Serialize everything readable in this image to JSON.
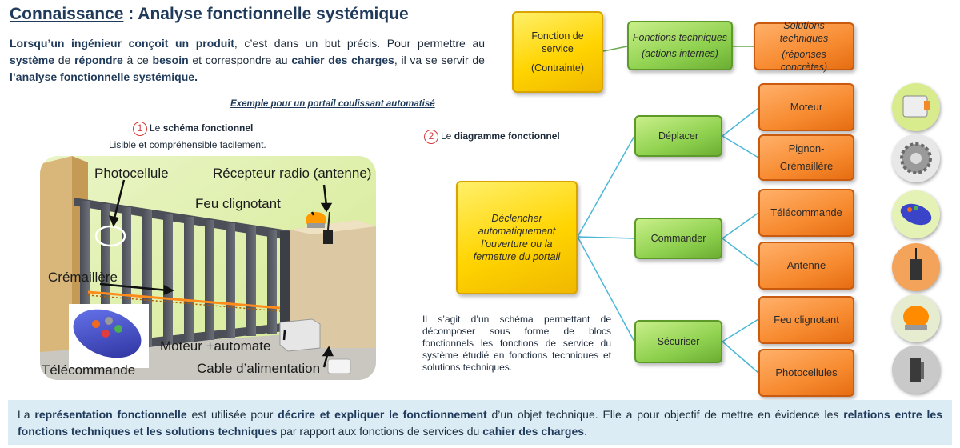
{
  "header": {
    "title_prefix": "Connaissance",
    "title_suffix": " : Analyse fonctionnelle systémique"
  },
  "intro": {
    "p1": "Lorsqu’un ingénieur conçoit un produit",
    "p2": ", c’est dans un but précis.  Pour permettre au ",
    "p3": "système",
    "p4": " de ",
    "p5": "répondre",
    "p6": " à ce ",
    "p7": "besoin",
    "p8": " et correspondre au ",
    "p9": "cahier des charges",
    "p10": ", il va se servir de ",
    "p11": "l’analyse fonctionnelle systémique."
  },
  "example_caption": "Exemple pour un portail coulissant automatisé",
  "section1": {
    "number": "1",
    "prefix": "Le ",
    "title": "schéma fonctionnel",
    "subtitle": "Lisible et compréhensible facilement."
  },
  "section2": {
    "number": "2",
    "prefix": "Le ",
    "title": "diagramme fonctionnel"
  },
  "scene_labels": {
    "photocellule": "Photocellule",
    "recepteur": "Récepteur radio (antenne)",
    "feu": "Feu clignotant",
    "cremaillere": "Crémaillère",
    "moteur": "Moteur +automate",
    "telecommande": "Télécommande",
    "cable": "Cable d’alimentation"
  },
  "legend": {
    "service_l1": "Fonction de",
    "service_l2": "service",
    "service_l3": "(Contrainte)",
    "tech_l1": "Fonctions techniques",
    "tech_l2": "(actions internes)",
    "sol_l1": "Solutions techniques",
    "sol_l2": "(réponses concrètes)"
  },
  "diagram": {
    "main_function": "Déclencher automatiquement l’ouverture ou la fermeture du portail",
    "functions": [
      "Déplacer",
      "Commander",
      "Sécuriser"
    ],
    "solutions": [
      "Moteur",
      "Pignon-Crémaillère",
      "Télécommande",
      "Antenne",
      "Feu clignotant",
      "Photocellules"
    ]
  },
  "description": "Il s’agit d’un schéma permettant de décomposer sous forme de blocs fonctionnels les fonctions de service du système étudié en fonctions techniques et solutions techniques.",
  "bottom": {
    "b1": "La ",
    "b2": "représentation fonctionnelle",
    "b3": " est utilisée pour ",
    "b4": "décrire et expliquer le fonctionnement",
    "b5": " d’un objet technique. Elle a pour objectif de mettre en évidence les ",
    "b6": "relations entre les fonctions techniques et les solutions techniques",
    "b7": " par rapport aux fonctions de services du ",
    "b8": "cahier des charges",
    "b9": "."
  },
  "icons": [
    "motor-icon",
    "gear-icon",
    "remote-icon",
    "antenna-icon",
    "flashing-light-icon",
    "photocell-icon"
  ],
  "colors": {
    "title": "#1f3a5a",
    "yellow": "#ffd400",
    "green": "#8fd14f",
    "orange": "#f78a2f",
    "connector": "#4ab7d8",
    "bottom_bg": "#dcecf5"
  }
}
